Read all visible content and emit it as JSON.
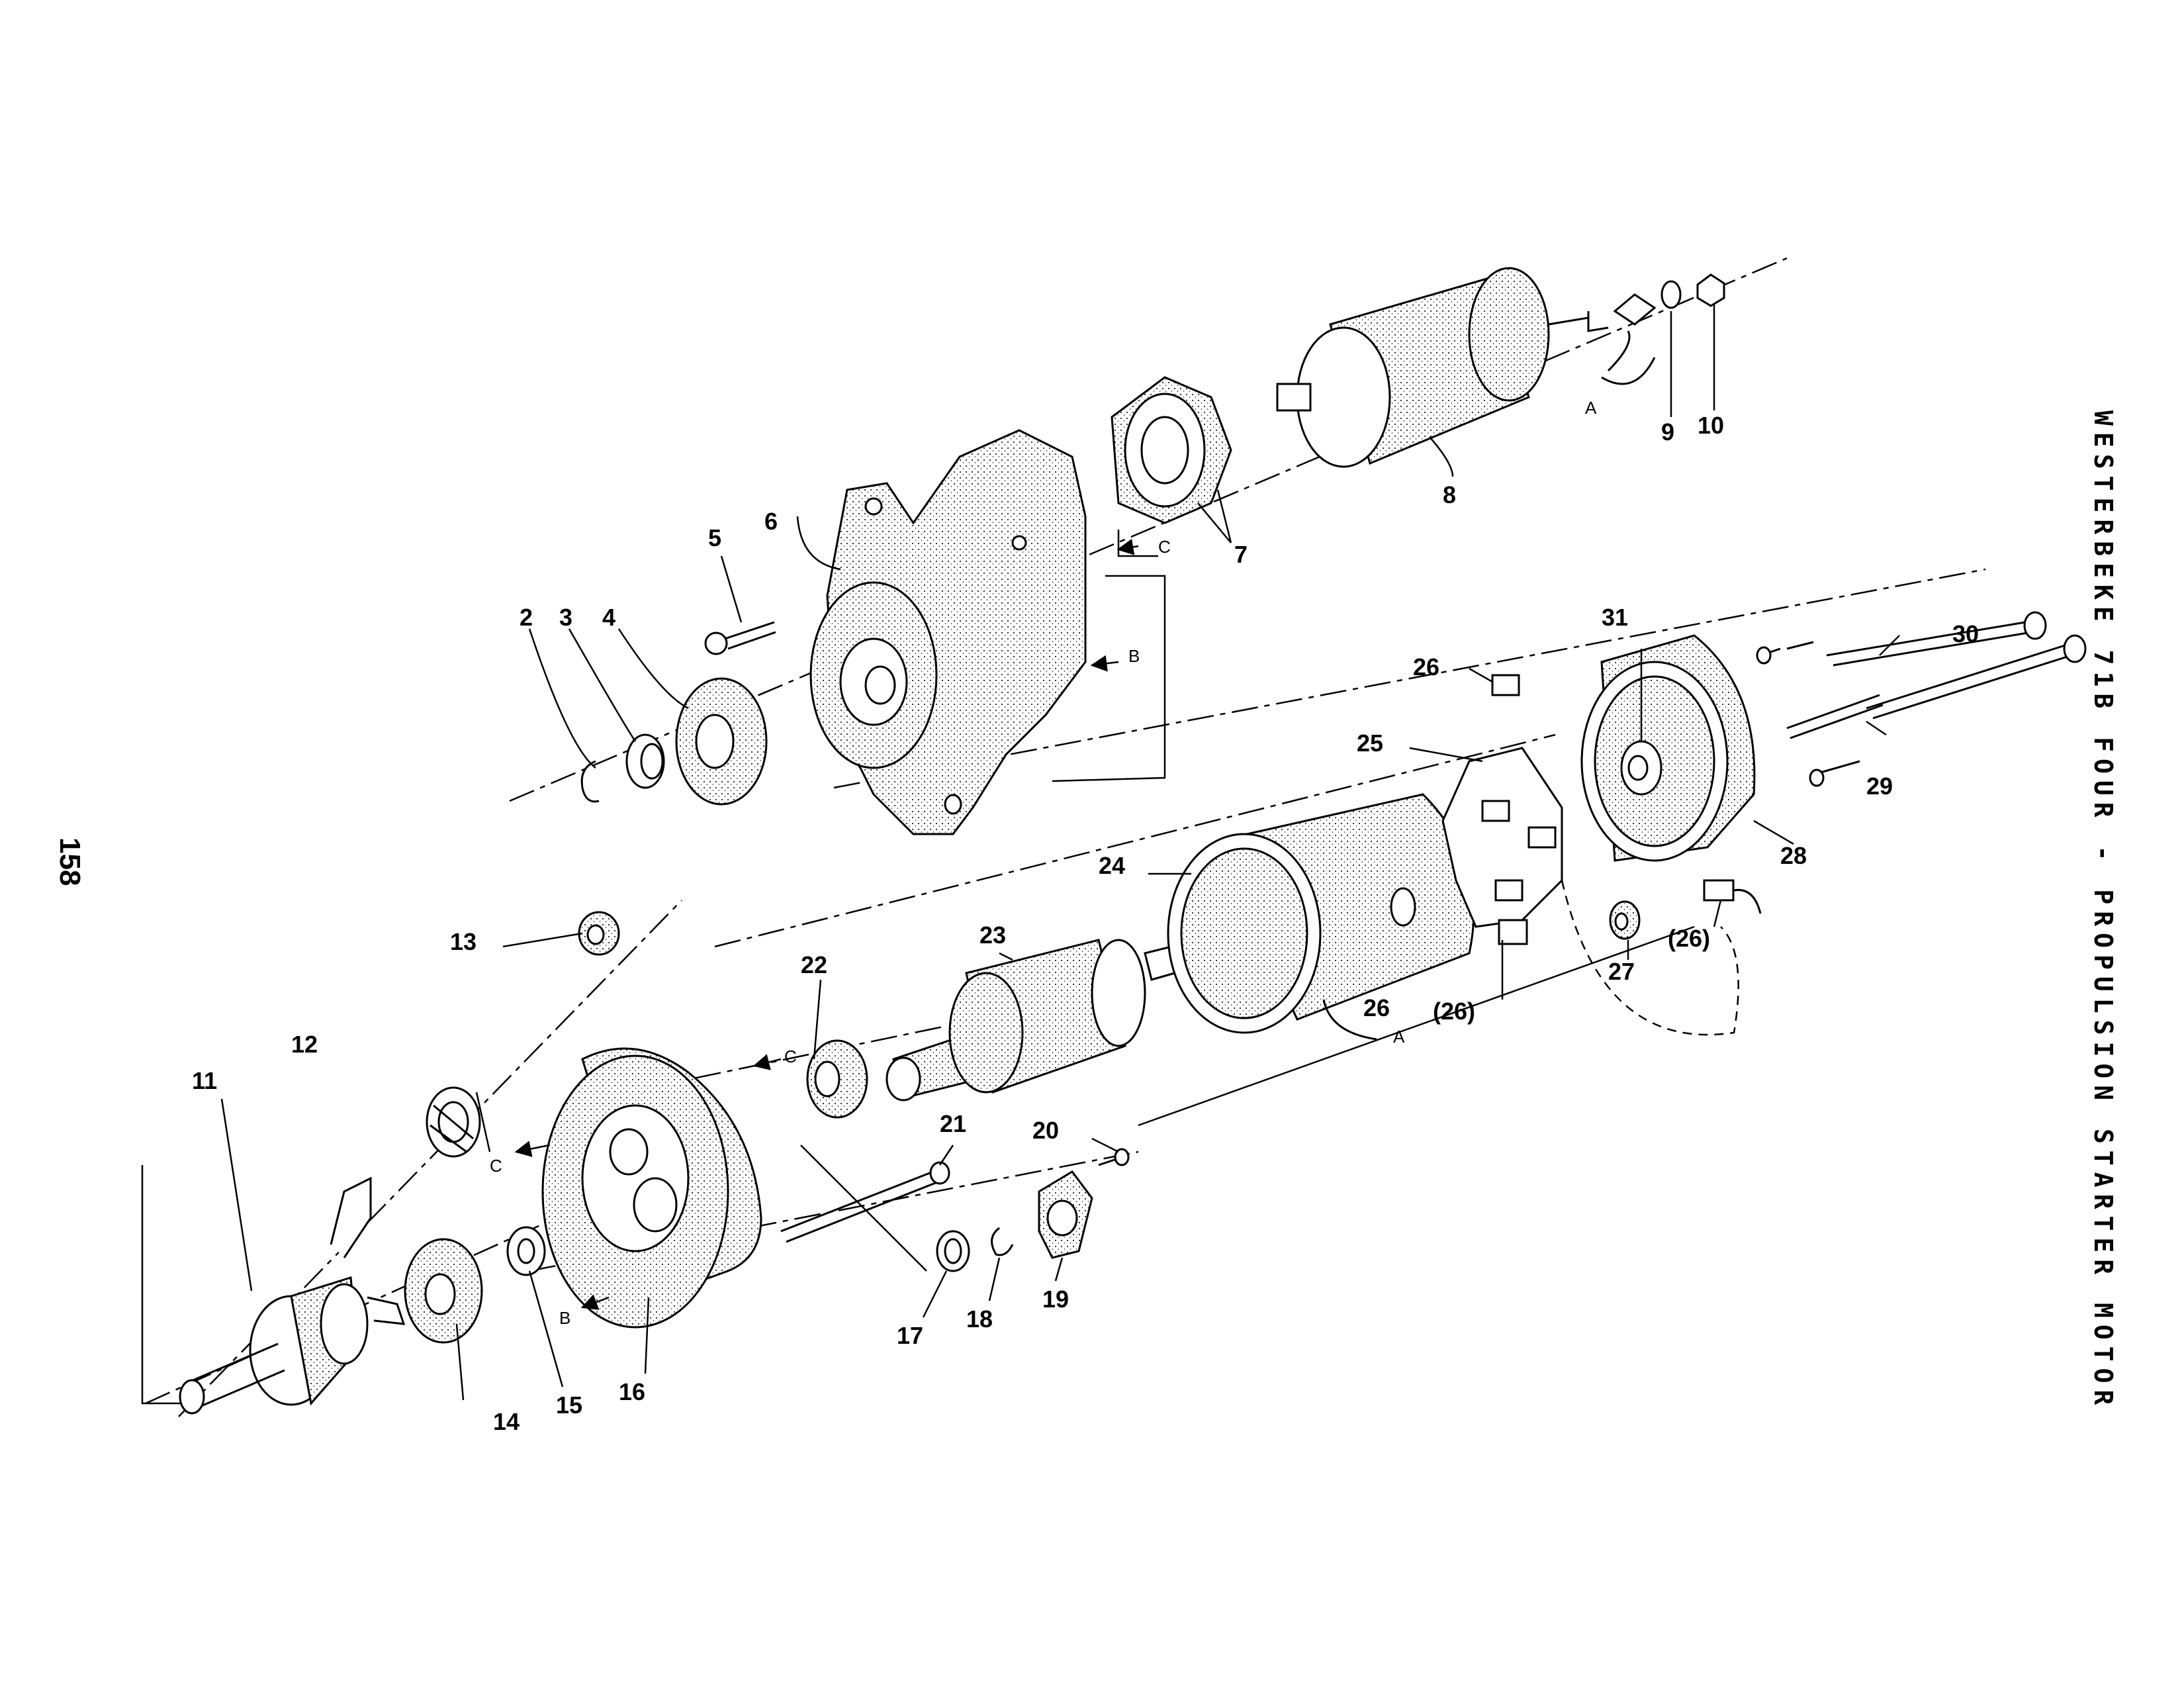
{
  "title": "WESTERBEKE 71B FOUR - PROPULSION STARTER MOTOR",
  "page_number": "158",
  "callouts": [
    "2",
    "3",
    "4",
    "5",
    "6",
    "7",
    "8",
    "9",
    "10",
    "11",
    "12",
    "13",
    "14",
    "15",
    "16",
    "17",
    "18",
    "19",
    "20",
    "21",
    "22",
    "23",
    "24",
    "25",
    "26",
    "26",
    "(26)",
    "(26)",
    "27",
    "28",
    "29",
    "30",
    "31"
  ],
  "connector_refs": [
    "A",
    "A",
    "B",
    "B",
    "C",
    "C",
    "C"
  ]
}
